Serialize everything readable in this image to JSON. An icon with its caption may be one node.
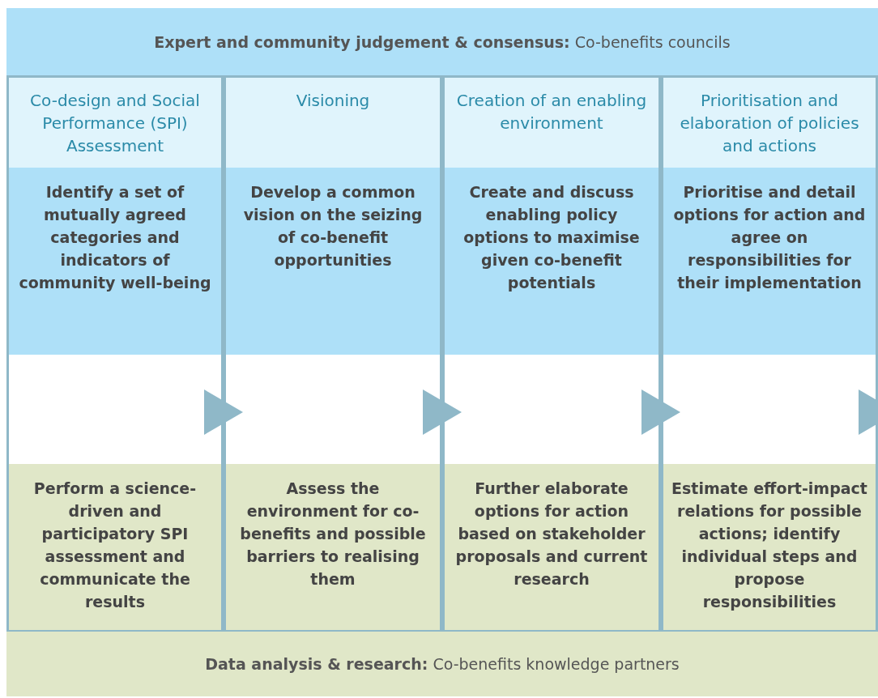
{
  "diagram": {
    "nodes": [
      {
        "text": [
          "**Expert and community judgement & consensus:** Co-benefits councils"
        ]
      },
      {
        "text": [
          "Co-design and Social Performance (SPI) Assessment"
        ]
      },
      {
        "text": [
          "Identify a set of mutually agreed categories and indicators of community well-being"
        ],
        "in": 1
      },
      {
        "text": [
          "Perform a science-driven and participatory SPI assessment and communicate the results"
        ],
        "in": 1
      },
      {
        "text": [
          "Visioning"
        ]
      },
      {
        "text": [
          "Develop a common vision on the seizing of co-benefit opportunities"
        ],
        "in": 4
      },
      {
        "text": [
          "Assess the environment for co-benefits and possible barriers to realising them"
        ],
        "in": 4
      },
      {
        "text": [
          "Creation of an enabling environment"
        ]
      },
      {
        "text": [
          "Create and discuss enabling policy options to maximise given co-benefit potentials"
        ],
        "in": 7
      },
      {
        "text": [
          "Further elaborate options for action based on stakeholder proposals and current research"
        ],
        "in": 7
      },
      {
        "text": [
          "Prioritisation and elaboration of policies and actions"
        ]
      },
      {
        "text": [
          "Prioritise and detail options for action and agree on responsibilities for their implementation"
        ],
        "in": 10
      },
      {
        "text": [
          "Estimate effort-impact relations for possible actions; identify individual steps and propose responsibilities"
        ],
        "in": 10
      },
      {
        "text": [
          "**Data analysis & research:** Co-benefits knowledge partners"
        ]
      }
    ],
    "edges": [
      {
        "from": 1,
        "to": 4,
        "arrow": "to"
      },
      {
        "from": 4,
        "to": 7,
        "arrow": "to"
      },
      {
        "from": 7,
        "to": 10,
        "arrow": "to"
      },
      {
        "from": 10,
        "to": null,
        "arrow": "to"
      }
    ]
  }
}
